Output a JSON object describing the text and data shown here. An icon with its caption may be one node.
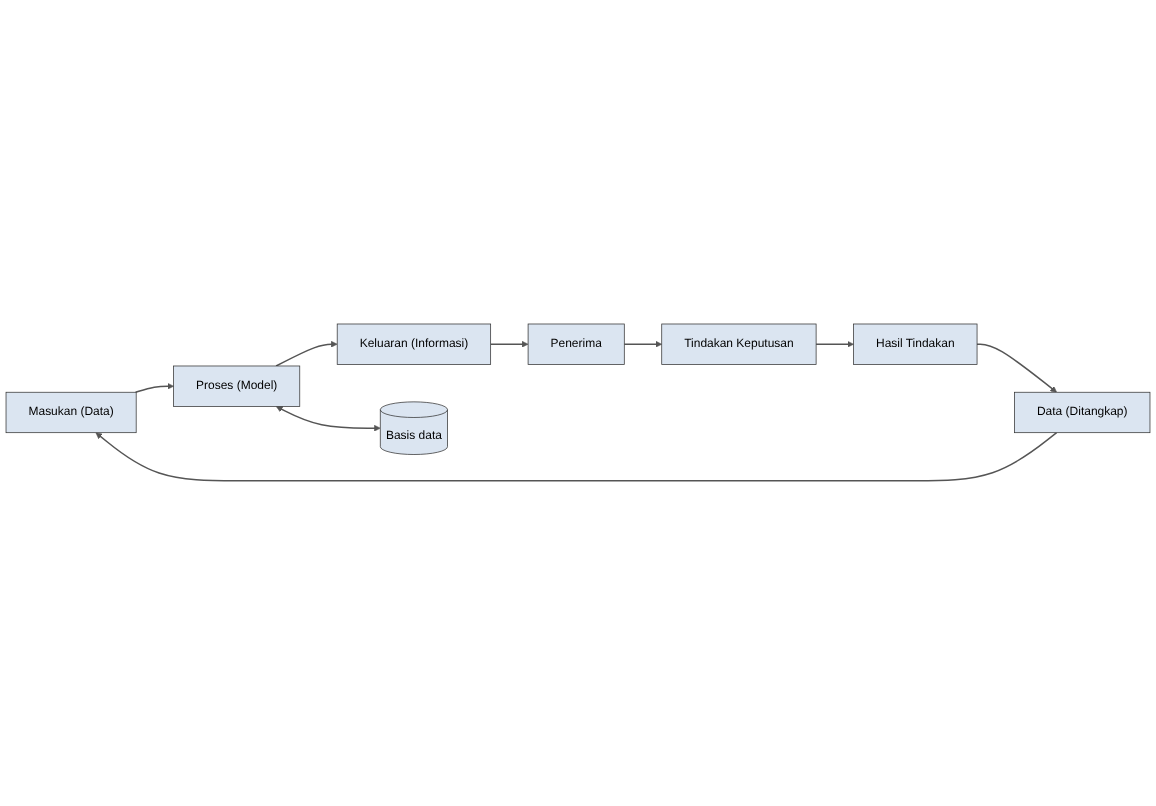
{
  "diagram": {
    "nodes": [
      {
        "text": [
          "Masukan (Data)"
        ]
      },
      {
        "text": [
          "Proses (Model)"
        ]
      },
      {
        "text": [
          "Keluaran (Informasi)"
        ]
      },
      {
        "text": [
          "Basis data"
        ]
      },
      {
        "text": [
          "Penerima"
        ]
      },
      {
        "text": [
          "Tindakan Keputusan"
        ]
      },
      {
        "text": [
          "Hasil Tindakan"
        ]
      },
      {
        "text": [
          "Data (Ditangkap)"
        ]
      }
    ],
    "edges": [
      {
        "from": 0,
        "to": 1,
        "arrow": "to"
      },
      {
        "from": 1,
        "to": 2,
        "arrow": "to"
      },
      {
        "from": 1,
        "to": 3,
        "arrow": "both"
      },
      {
        "from": 2,
        "to": 4,
        "arrow": "to"
      },
      {
        "from": 4,
        "to": 5,
        "arrow": "to"
      },
      {
        "from": 5,
        "to": 6,
        "arrow": "to"
      },
      {
        "from": 6,
        "to": 7,
        "arrow": "to"
      },
      {
        "from": 7,
        "to": 0,
        "arrow": "to"
      }
    ]
  }
}
